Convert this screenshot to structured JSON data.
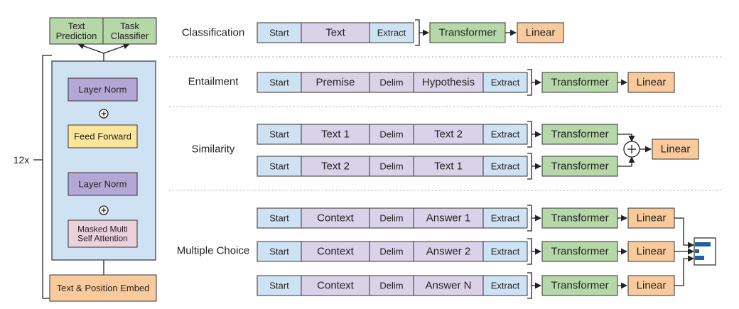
{
  "colors": {
    "blue_token": "#cfe2f3",
    "purple_token": "#d9d2e9",
    "green_block": "#b6d7a8",
    "orange_block": "#f9cb9c",
    "yellow_block": "#ffe599",
    "pink_block": "#ead1dc",
    "model_bg": "#cfe2f3",
    "layer_norm": "#b4a7d6",
    "stroke": "#333333",
    "separator": "#aaaaaa"
  },
  "model": {
    "head_text_prediction": "Text\nPrediction",
    "head_task_classifier": "Task\nClassifier",
    "layer_norm_top": "Layer Norm",
    "feed_forward": "Feed Forward",
    "layer_norm_bottom": "Layer Norm",
    "attention": "Masked Multi\nSelf Attention",
    "embed": "Text & Position Embed",
    "repeat": "12x",
    "plus": "+"
  },
  "tasks": {
    "classification": {
      "label": "Classification",
      "tokens": [
        "Start",
        "Text",
        "Extract"
      ],
      "transformer": "Transformer",
      "linear": "Linear"
    },
    "entailment": {
      "label": "Entailment",
      "tokens": [
        "Start",
        "Premise",
        "Delim",
        "Hypothesis",
        "Extract"
      ],
      "transformer": "Transformer",
      "linear": "Linear"
    },
    "similarity": {
      "label": "Similarity",
      "rows": [
        {
          "tokens": [
            "Start",
            "Text 1",
            "Delim",
            "Text 2",
            "Extract"
          ],
          "transformer": "Transformer"
        },
        {
          "tokens": [
            "Start",
            "Text 2",
            "Delim",
            "Text 1",
            "Extract"
          ],
          "transformer": "Transformer"
        }
      ],
      "plus": "+",
      "linear": "Linear"
    },
    "multiple_choice": {
      "label": "Multiple Choice",
      "rows": [
        {
          "tokens": [
            "Start",
            "Context",
            "Delim",
            "Answer 1",
            "Extract"
          ],
          "transformer": "Transformer",
          "linear": "Linear"
        },
        {
          "tokens": [
            "Start",
            "Context",
            "Delim",
            "Answer 2",
            "Extract"
          ],
          "transformer": "Transformer",
          "linear": "Linear"
        },
        {
          "tokens": [
            "Start",
            "Context",
            "Delim",
            "Answer N",
            "Extract"
          ],
          "transformer": "Transformer",
          "linear": "Linear"
        }
      ]
    }
  }
}
